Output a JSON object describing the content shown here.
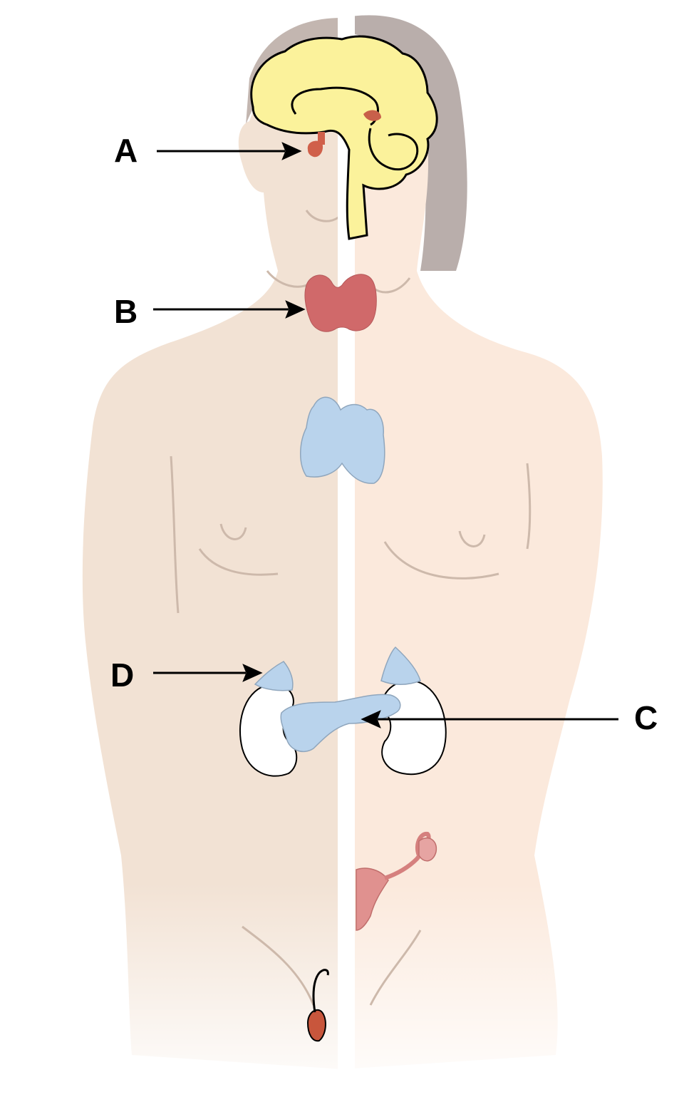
{
  "labels": {
    "a": "A",
    "b": "B",
    "c": "C",
    "d": "D"
  },
  "colors": {
    "skin_left": "#f2e2d4",
    "skin_right": "#fbe9dc",
    "outline": "#cdb9ab",
    "hair": "#b9aeab",
    "brain": "#fbf29b",
    "brain_outline": "#000000",
    "thyroid": "#d0696a",
    "pituitary": "#d0604a",
    "thymus_pancreas_adrenal": "#b9d3ec",
    "kidney": "#ffffff",
    "ovary_uterus": "#e0918f",
    "testis": "#c8563c",
    "divider": "#ffffff",
    "arrow": "#000000"
  }
}
